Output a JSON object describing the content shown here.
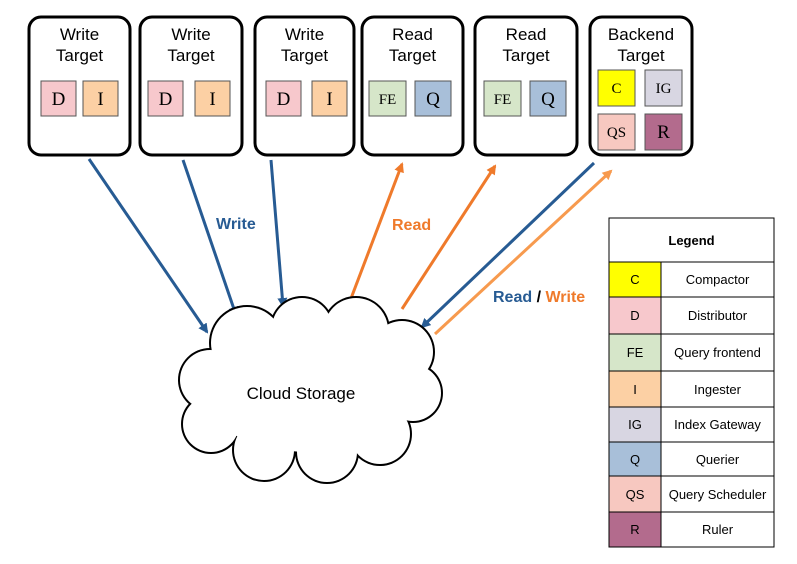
{
  "colors": {
    "write": "#275b93",
    "read": "#ef7a2b",
    "readwrite_light": "#f79a4e",
    "compactor": "#ffff00",
    "distributor": "#f7c8cc",
    "query_frontend": "#d6e6c9",
    "ingester": "#fcd0a4",
    "index_gateway": "#d8d6e2",
    "querier": "#a8bfd9",
    "query_scheduler": "#f7c8c0",
    "ruler": "#b36b8d"
  },
  "targets": [
    {
      "title": [
        "Write",
        "Target"
      ],
      "boxes": [
        "D",
        "I"
      ]
    },
    {
      "title": [
        "Write",
        "Target"
      ],
      "boxes": [
        "D",
        "I"
      ]
    },
    {
      "title": [
        "Write",
        "Target"
      ],
      "boxes": [
        "D",
        "I"
      ]
    },
    {
      "title": [
        "Read",
        "Target"
      ],
      "boxes": [
        "FE",
        "Q"
      ]
    },
    {
      "title": [
        "Read",
        "Target"
      ],
      "boxes": [
        "FE",
        "Q"
      ]
    },
    {
      "title": [
        "Backend",
        "Target"
      ],
      "boxes": [
        "C",
        "IG",
        "QS",
        "R"
      ]
    }
  ],
  "arrow_labels": {
    "write": "Write",
    "read": "Read",
    "read_part": "Read",
    "slash": " / ",
    "write_part": "Write"
  },
  "cloud": {
    "label": "Cloud Storage"
  },
  "legend": {
    "title": "Legend",
    "rows": [
      {
        "abbr": "C",
        "name": "Compactor"
      },
      {
        "abbr": "D",
        "name": "Distributor"
      },
      {
        "abbr": "FE",
        "name": "Query frontend"
      },
      {
        "abbr": "I",
        "name": "Ingester"
      },
      {
        "abbr": "IG",
        "name": "Index Gateway"
      },
      {
        "abbr": "Q",
        "name": "Querier"
      },
      {
        "abbr": "QS",
        "name": "Query Scheduler"
      },
      {
        "abbr": "R",
        "name": "Ruler"
      }
    ]
  }
}
